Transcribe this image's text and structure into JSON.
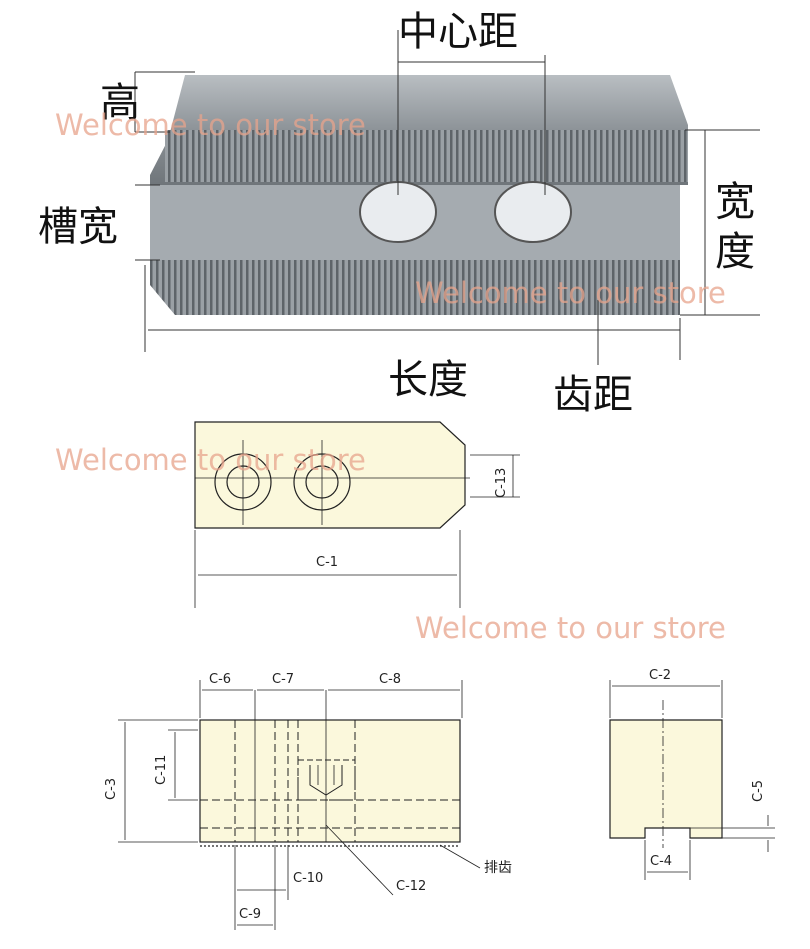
{
  "photo_labels": {
    "center_distance": "中心距",
    "height": "高",
    "slot_width": "槽宽",
    "width": "宽度",
    "length": "长度",
    "tooth_pitch": "齿距"
  },
  "drawing_labels": {
    "c1": "C-1",
    "c2": "C-2",
    "c3": "C-3",
    "c4": "C-4",
    "c5": "C-5",
    "c6": "C-6",
    "c7": "C-7",
    "c8": "C-8",
    "c9": "C-9",
    "c10": "C-10",
    "c11": "C-11",
    "c12": "C-12",
    "c13": "C-13",
    "serration": "排齿"
  },
  "watermark": "Welcome to our store",
  "colors": {
    "part_fill": "#fbf8dc",
    "metal": "#8f959b",
    "line": "#222222",
    "watermark": "#e8a48c"
  }
}
